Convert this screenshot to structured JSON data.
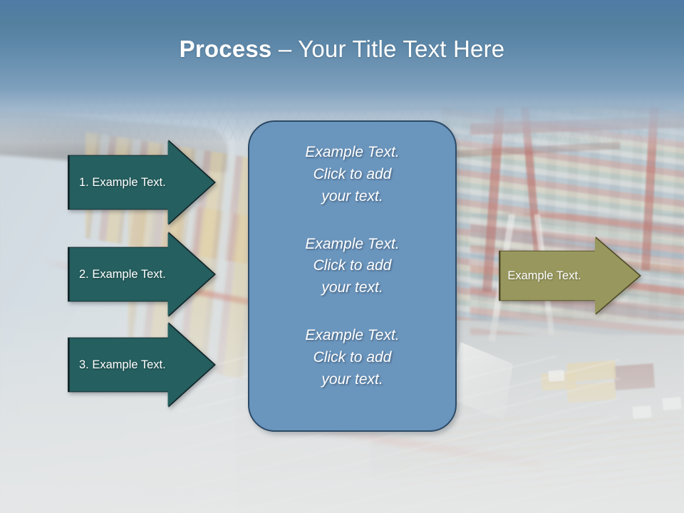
{
  "slide": {
    "title": {
      "bold_part": "Process",
      "rest_part": " – Your Title Text Here"
    },
    "colors": {
      "title_band": "#54809f",
      "input_arrow_fill": "#255f5f",
      "input_arrow_outline": "#13262b",
      "panel_fill": "#6a95bd",
      "panel_outline": "#2c4a66",
      "output_arrow_fill": "#98985e",
      "output_arrow_outline": "#4f4a28",
      "text": "#ffffff"
    },
    "input_arrows": [
      {
        "label": "1. Example Text."
      },
      {
        "label": "2. Example Text."
      },
      {
        "label": "3. Example Text."
      }
    ],
    "panel": {
      "blocks": [
        {
          "text": "Example Text.\nClick  to add\nyour text."
        },
        {
          "text": "Example Text.\nClick  to add\nyour text."
        },
        {
          "text": "Example Text.\nClick  to add\nyour text."
        }
      ]
    },
    "output_arrow": {
      "label": "Example Text."
    },
    "background": {
      "description": "container-shipping-port-photo"
    }
  }
}
